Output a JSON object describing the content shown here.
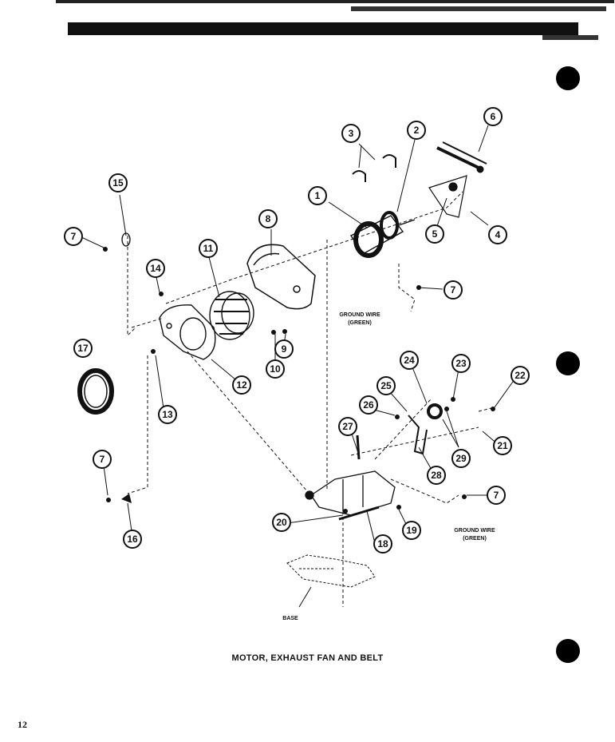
{
  "caption": "MOTOR, EXHAUST FAN AND BELT",
  "page_number": "12",
  "notes": {
    "ground_wire_upper": [
      "GROUND WIRE",
      "(GREEN)"
    ],
    "ground_wire_lower": [
      "GROUND WIRE",
      "(GREEN)"
    ],
    "base": "BASE"
  },
  "callouts": {
    "c1": "1",
    "c2": "2",
    "c3": "3",
    "c4": "4",
    "c5": "5",
    "c6": "6",
    "c7a": "7",
    "c7b": "7",
    "c7c": "7",
    "c7d": "7",
    "c8": "8",
    "c9": "9",
    "c10": "10",
    "c11": "11",
    "c12": "12",
    "c13": "13",
    "c14": "14",
    "c15": "15",
    "c16": "16",
    "c17": "17",
    "c18": "18",
    "c19": "19",
    "c20": "20",
    "c21": "21",
    "c22": "22",
    "c23": "23",
    "c24": "24",
    "c25": "25",
    "c26": "26",
    "c27": "27",
    "c28": "28",
    "c29": "29"
  }
}
